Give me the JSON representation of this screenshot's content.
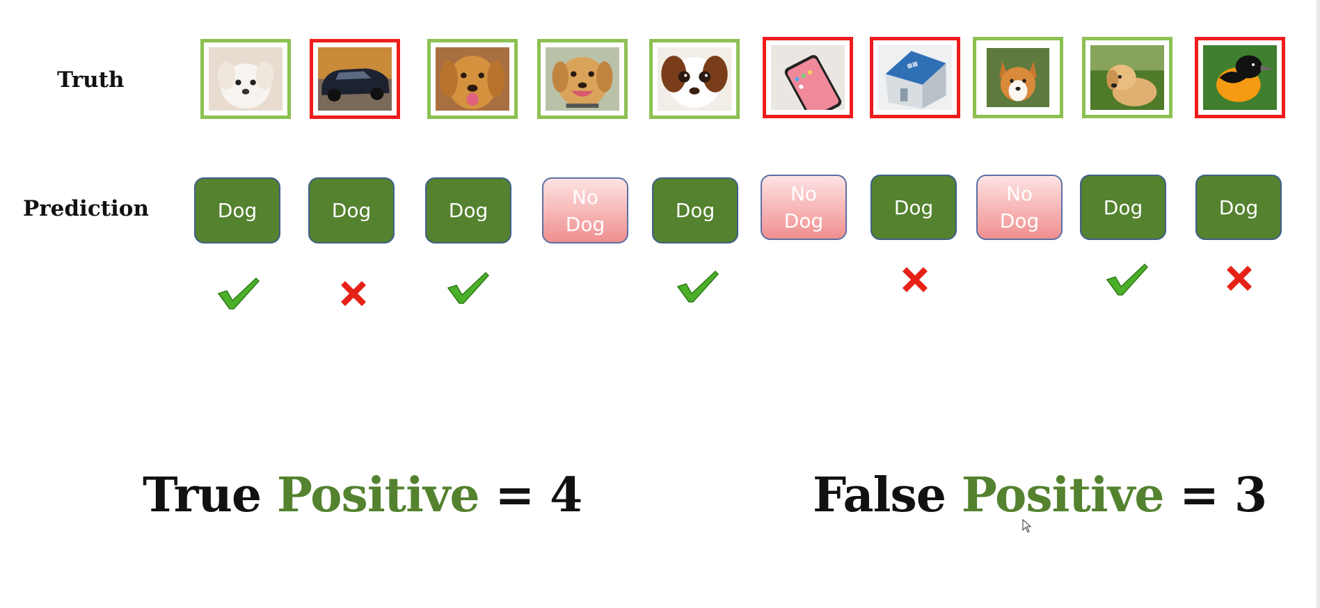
{
  "labels": {
    "truth": "Truth",
    "prediction": "Prediction"
  },
  "truth_images": [
    {
      "subject": "white puppy",
      "is_dog": true,
      "frame": "green"
    },
    {
      "subject": "black car",
      "is_dog": false,
      "frame": "red"
    },
    {
      "subject": "golden retriever",
      "is_dog": true,
      "frame": "green"
    },
    {
      "subject": "golden retriever smiling",
      "is_dog": true,
      "frame": "green"
    },
    {
      "subject": "spaniel close-up",
      "is_dog": true,
      "frame": "green"
    },
    {
      "subject": "smartphone",
      "is_dog": false,
      "frame": "red"
    },
    {
      "subject": "house model",
      "is_dog": false,
      "frame": "red"
    },
    {
      "subject": "corgi",
      "is_dog": true,
      "frame": "green"
    },
    {
      "subject": "puppy on grass",
      "is_dog": true,
      "frame": "green"
    },
    {
      "subject": "oriole bird",
      "is_dog": false,
      "frame": "red"
    }
  ],
  "predictions": [
    {
      "line1": "Dog",
      "line2": "",
      "kind": "dog"
    },
    {
      "line1": "Dog",
      "line2": "",
      "kind": "dog"
    },
    {
      "line1": "Dog",
      "line2": "",
      "kind": "dog"
    },
    {
      "line1": "No",
      "line2": "Dog",
      "kind": "nodog"
    },
    {
      "line1": "Dog",
      "line2": "",
      "kind": "dog"
    },
    {
      "line1": "No",
      "line2": "Dog",
      "kind": "nodog"
    },
    {
      "line1": "Dog",
      "line2": "",
      "kind": "dog"
    },
    {
      "line1": "No",
      "line2": "Dog",
      "kind": "nodog"
    },
    {
      "line1": "Dog",
      "line2": "",
      "kind": "dog"
    },
    {
      "line1": "Dog",
      "line2": "",
      "kind": "dog"
    }
  ],
  "marks": [
    "check",
    "cross",
    "check",
    "",
    "check",
    "",
    "cross",
    "",
    "check",
    "cross"
  ],
  "colors": {
    "frame_green": "#8cc152",
    "frame_red": "#ee1c1c",
    "dog_box": "#54822f",
    "check": "#4caf2a",
    "cross": "#e62117",
    "positive_text": "#54822f"
  },
  "formulas": {
    "tp": {
      "word1": "True",
      "word2": "Positive",
      "eq": "= 4"
    },
    "fp": {
      "word1": "False",
      "word2": "Positive",
      "eq": "= 3"
    }
  }
}
